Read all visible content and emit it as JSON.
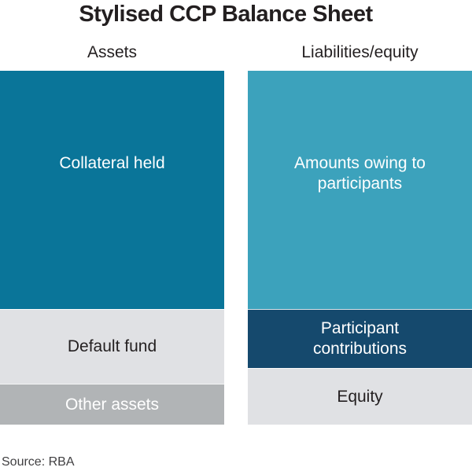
{
  "title": "Stylised CCP Balance Sheet",
  "columns": [
    {
      "header": "Assets",
      "segments": [
        {
          "label": "Collateral held",
          "color": "#0A7599",
          "text_color": "#FFFFFF",
          "size": "large"
        },
        {
          "label": "Default fund",
          "color": "#E0E1E4",
          "text_color": "#231F20",
          "size": "medium"
        },
        {
          "label": "Other assets",
          "color": "#B1B4B6",
          "text_color": "#FFFFFF",
          "size": "small"
        }
      ]
    },
    {
      "header": "Liabilities/equity",
      "segments": [
        {
          "label": "Amounts owing to participants",
          "color": "#3CA2BC",
          "text_color": "#FFFFFF",
          "size": "large"
        },
        {
          "label": "Participant contributions",
          "color": "#15496D",
          "text_color": "#FFFFFF",
          "size": "medium"
        },
        {
          "label": "Equity",
          "color": "#E0E1E4",
          "text_color": "#231F20",
          "size": "small"
        }
      ]
    }
  ],
  "source_note": "Source: RBA",
  "colors": {
    "teal_dark": "#0A7599",
    "teal_light": "#3CA2BC",
    "navy": "#15496D",
    "gray_light": "#E0E1E4",
    "gray_mid": "#B1B4B6",
    "text_dark": "#231F20",
    "source_text": "#414042"
  }
}
